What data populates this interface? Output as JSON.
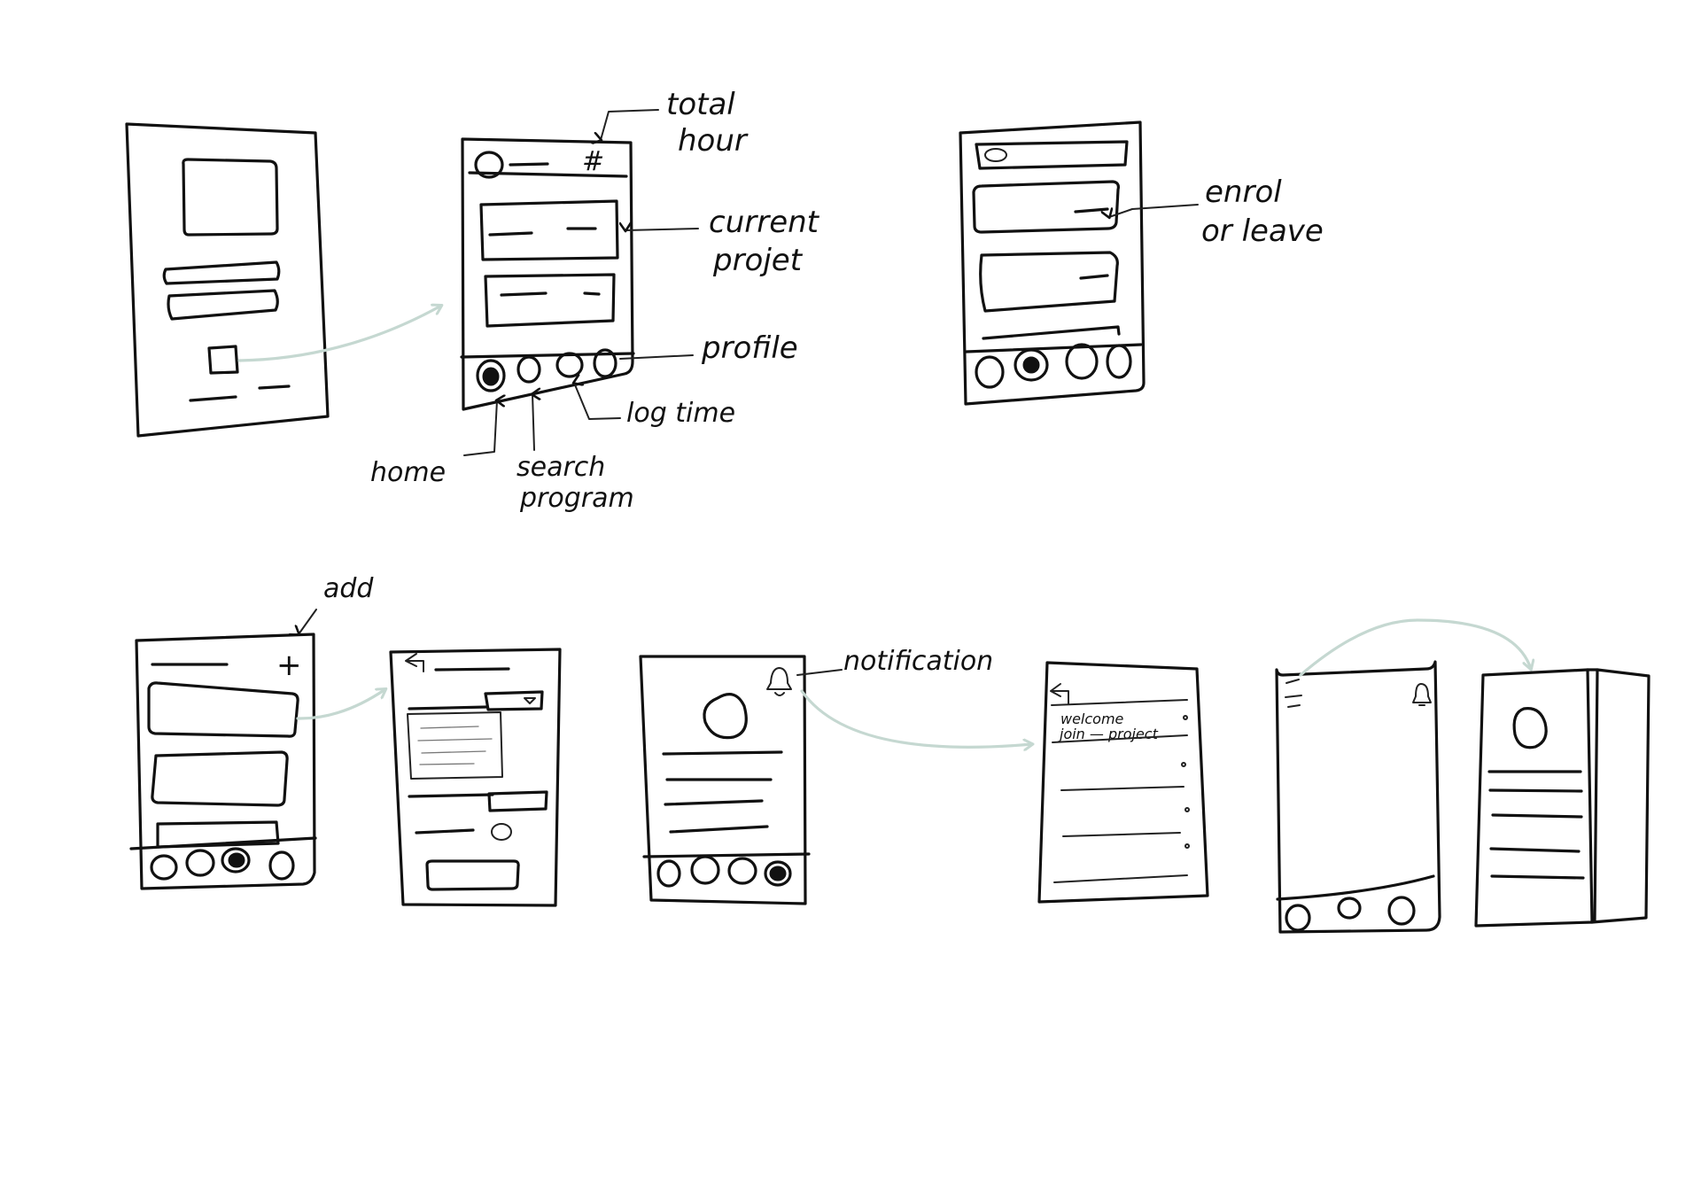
{
  "annotations": {
    "total_hour": [
      "total",
      "hour"
    ],
    "total_hour_symbol": "#",
    "current_project": [
      "current",
      "projet"
    ],
    "profile": "profile",
    "log_time": "log time",
    "home": "home",
    "search_program": [
      "search",
      "program"
    ],
    "enrol_or_leave": [
      "enrol",
      "or leave"
    ],
    "add": "add",
    "add_symbol": "+",
    "notification": "notification"
  },
  "notification_list": {
    "item_1": "welcome",
    "item_2": "join — project"
  },
  "colors": {
    "ink": "#111111",
    "flow_arrow": "#c5d8d1",
    "paper": "#ffffff"
  }
}
